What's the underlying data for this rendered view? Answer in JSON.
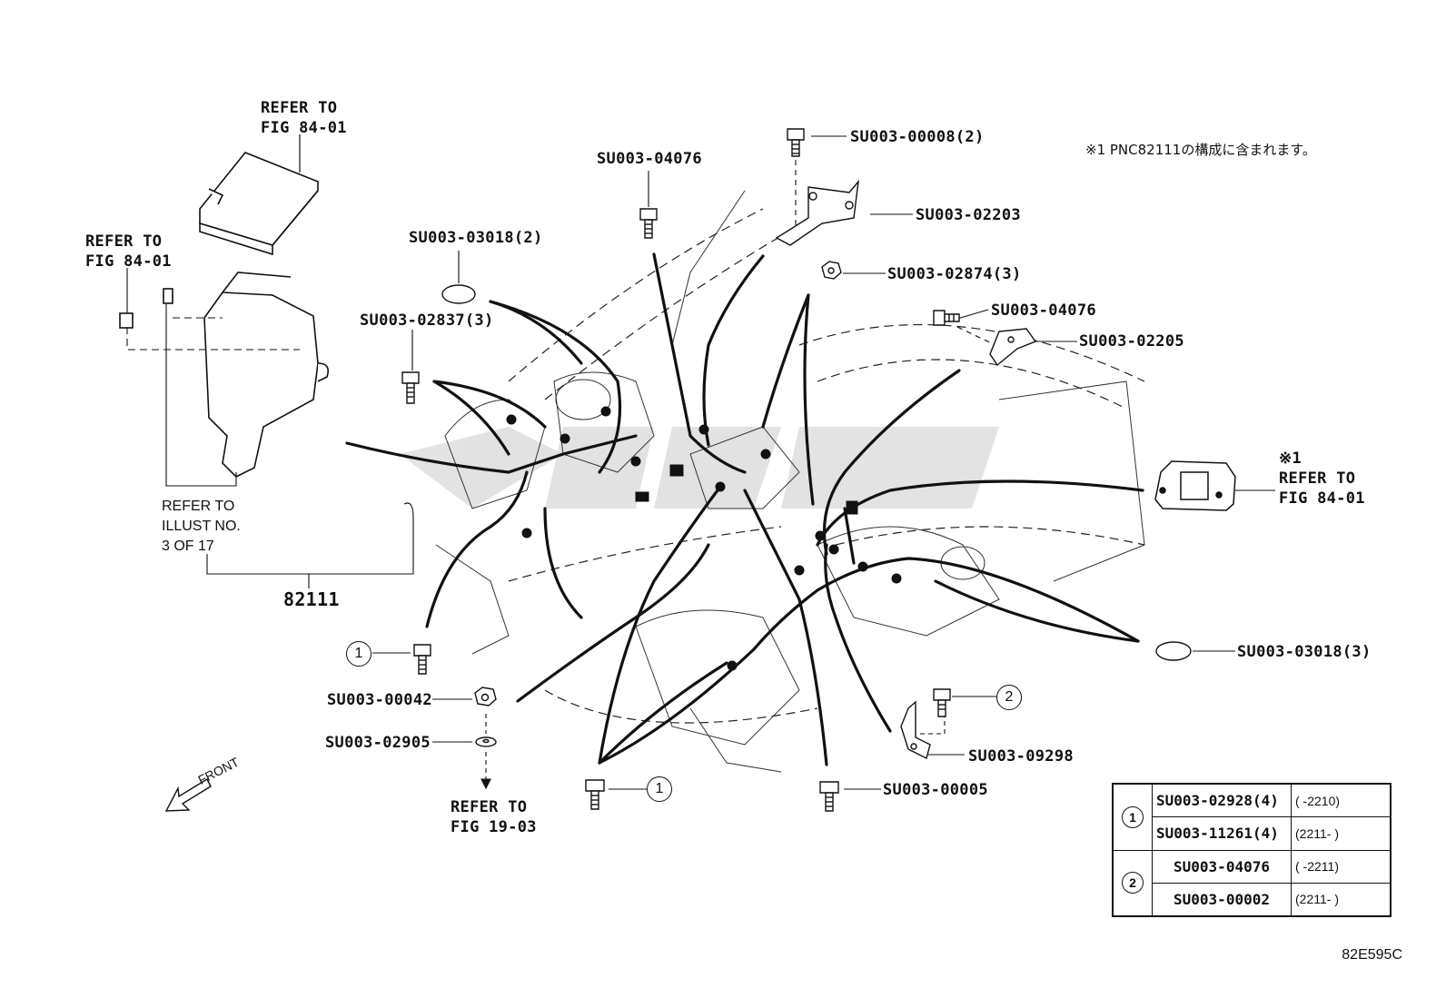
{
  "note": "※1 PNC82111の構成に含まれます。",
  "labels": {
    "refer_fig8401_a": "REFER TO\nFIG 84-01",
    "refer_fig8401_b": "REFER TO\nFIG 84-01",
    "refer_fig8401_c": "※1\nREFER TO\nFIG 84-01",
    "refer_illust": "REFER TO\nILLUST NO.\n3 OF 17",
    "refer_fig1903": "REFER TO\nFIG 19-03",
    "part_82111": "82111",
    "su_04076_top": "SU003-04076",
    "su_03018_2": "SU003-03018(2)",
    "su_02837_3": "SU003-02837(3)",
    "su_00008_2": "SU003-00008(2)",
    "su_02203": "SU003-02203",
    "su_02874_3": "SU003-02874(3)",
    "su_04076_right": "SU003-04076",
    "su_02205": "SU003-02205",
    "su_03018_3": "SU003-03018(3)",
    "su_00042": "SU003-00042",
    "su_02905": "SU003-02905",
    "su_09298": "SU003-09298",
    "su_00005": "SU003-00005",
    "front": "FRONT"
  },
  "callouts": {
    "one": "1",
    "two": "2"
  },
  "legend": {
    "rows": [
      {
        "symbol": "1",
        "part": "SU003-02928(4)",
        "range": "(      -2210)"
      },
      {
        "symbol": "",
        "part": "SU003-11261(4)",
        "range": "(2211-      )"
      },
      {
        "symbol": "2",
        "part": "SU003-04076",
        "range": "(      -2211)"
      },
      {
        "symbol": "",
        "part": "SU003-00002",
        "range": "(2211-      )"
      }
    ]
  },
  "figure_code": "82E595C"
}
